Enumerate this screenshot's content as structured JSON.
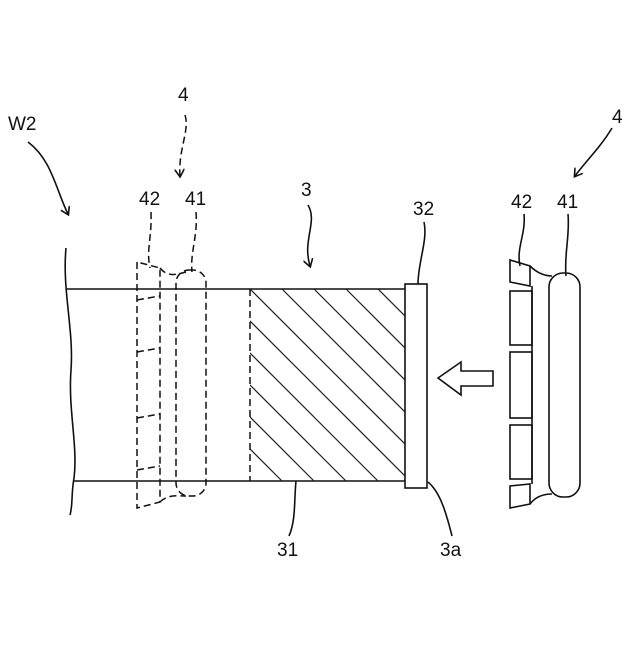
{
  "figure": {
    "labels": {
      "workpiece": "W2",
      "tool_assembly_ghost": "4",
      "tool_assembly": "4",
      "part_42_ghost": "42",
      "part_41_ghost": "41",
      "part_42": "42",
      "part_41": "41",
      "body": "3",
      "end_layer": "32",
      "lower_surface": "31",
      "end_face": "3a"
    },
    "colors": {
      "line": "#111111",
      "background": "#ffffff"
    }
  }
}
